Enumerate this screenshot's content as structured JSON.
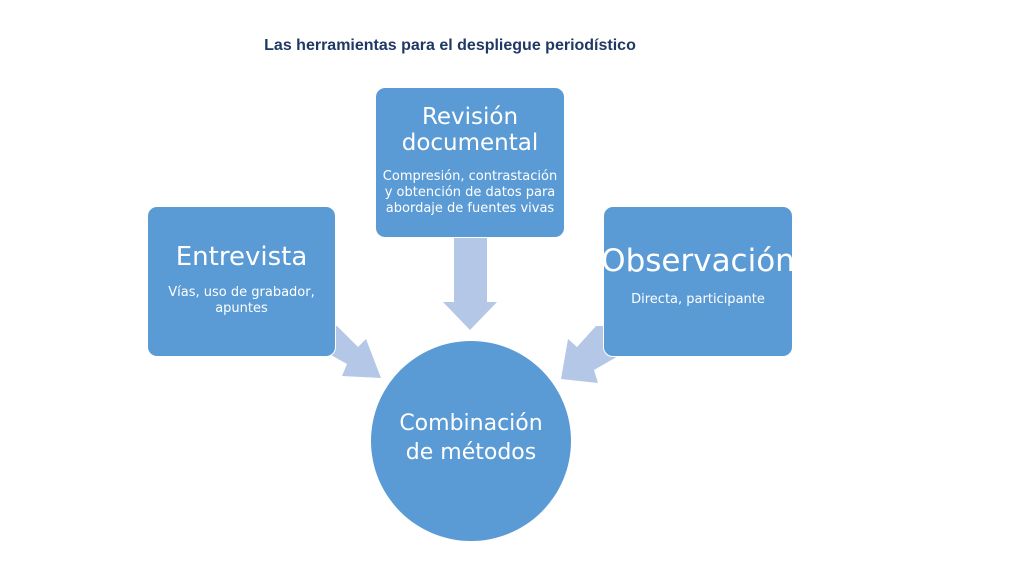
{
  "slide": {
    "title": "Las herramientas para el despliegue periodístico"
  },
  "nodes": {
    "revision": {
      "heading": "Revisión documental",
      "detail": "Compresión, contrastación y obtención de datos para abordaje de fuentes vivas"
    },
    "entrevista": {
      "heading": "Entrevista",
      "detail": "Vías, uso de grabador, apuntes"
    },
    "observacion": {
      "heading": "Observación",
      "detail": "Directa, participante"
    },
    "center": {
      "heading": "Combinación de métodos"
    }
  },
  "colors": {
    "node_fill": "#5b9bd5",
    "arrow_fill": "#b4c7e7",
    "title_text": "#1f3864",
    "node_text": "#ffffff"
  },
  "icons": {
    "connectors": "block-arrow-icon"
  }
}
